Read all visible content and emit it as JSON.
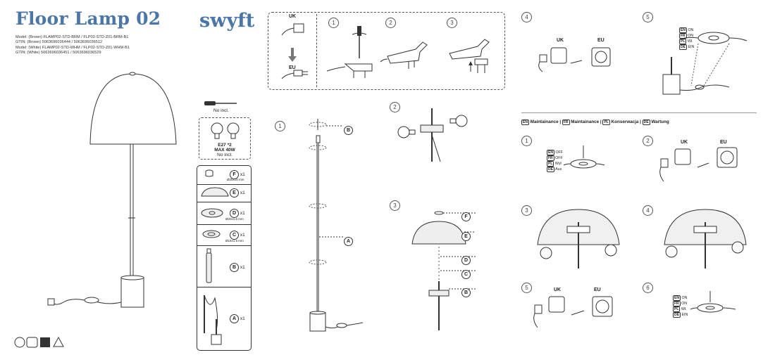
{
  "product": {
    "title": "Floor Lamp 02",
    "brand": "swyft",
    "meta_lines": [
      "Model: (Brown) FLAMP02-STD-BRM / FLP02-STD-Z01-BRM-B1",
      "GTIN: (Brown) 5063696036444 / 5063696036512",
      "Model: (White) FLAMP02-STD-WHM / FLP02-STD-Z01-WHM-B1",
      "GTIN: (White) 5063696036451 / 5063696036529"
    ]
  },
  "tools": {
    "screwdriver_note": "No incl.",
    "bulb_spec": "E27 *2",
    "bulb_power": "MAX 40W",
    "bulb_note": "No incl."
  },
  "parts": [
    {
      "letter": "F",
      "qty": "x1",
      "size": "Ø25x10 mm"
    },
    {
      "letter": "E",
      "qty": "x1",
      "size": ""
    },
    {
      "letter": "D",
      "qty": "x1",
      "size": "Ø20x1.5 mm"
    },
    {
      "letter": "C",
      "qty": "x1",
      "size": "Ø16x1.5 mm"
    },
    {
      "letter": "B",
      "qty": "x1",
      "size": ""
    },
    {
      "letter": "A",
      "qty": "x1",
      "size": ""
    }
  ],
  "plug": {
    "uk": "UK",
    "eu": "EU",
    "steps": [
      "1",
      "2",
      "3"
    ]
  },
  "assembly_steps": {
    "s1": "1",
    "s2": "2",
    "s3": "3",
    "s4": "4",
    "s5": "5",
    "labels": {
      "A": "A",
      "B": "B",
      "C": "C",
      "D": "D",
      "E": "E",
      "F": "F"
    },
    "uk": "UK",
    "eu": "EU"
  },
  "switch_on": [
    {
      "lang": "EN",
      "text": "ON"
    },
    {
      "lang": "FR",
      "text": "ON"
    },
    {
      "lang": "PL",
      "text": "Wł."
    },
    {
      "lang": "DE",
      "text": "EIN"
    }
  ],
  "switch_off": [
    {
      "lang": "EN",
      "text": "OFF"
    },
    {
      "lang": "FR",
      "text": "OFF"
    },
    {
      "lang": "PL",
      "text": "Wył"
    },
    {
      "lang": "DE",
      "text": "Aus"
    }
  ],
  "maintenance": {
    "heading_parts": [
      {
        "lang": "EN",
        "text": "Maintainance"
      },
      {
        "lang": "FR",
        "text": "Maintainance"
      },
      {
        "lang": "PL",
        "text": "Konserwacja"
      },
      {
        "lang": "DE",
        "text": "Wartung"
      }
    ],
    "steps": [
      "1",
      "2",
      "3",
      "4",
      "5",
      "6"
    ],
    "uk": "UK",
    "eu": "EU"
  },
  "colors": {
    "brand": "#4a76a8",
    "line": "#333333",
    "shade": "#e6e6e6"
  }
}
